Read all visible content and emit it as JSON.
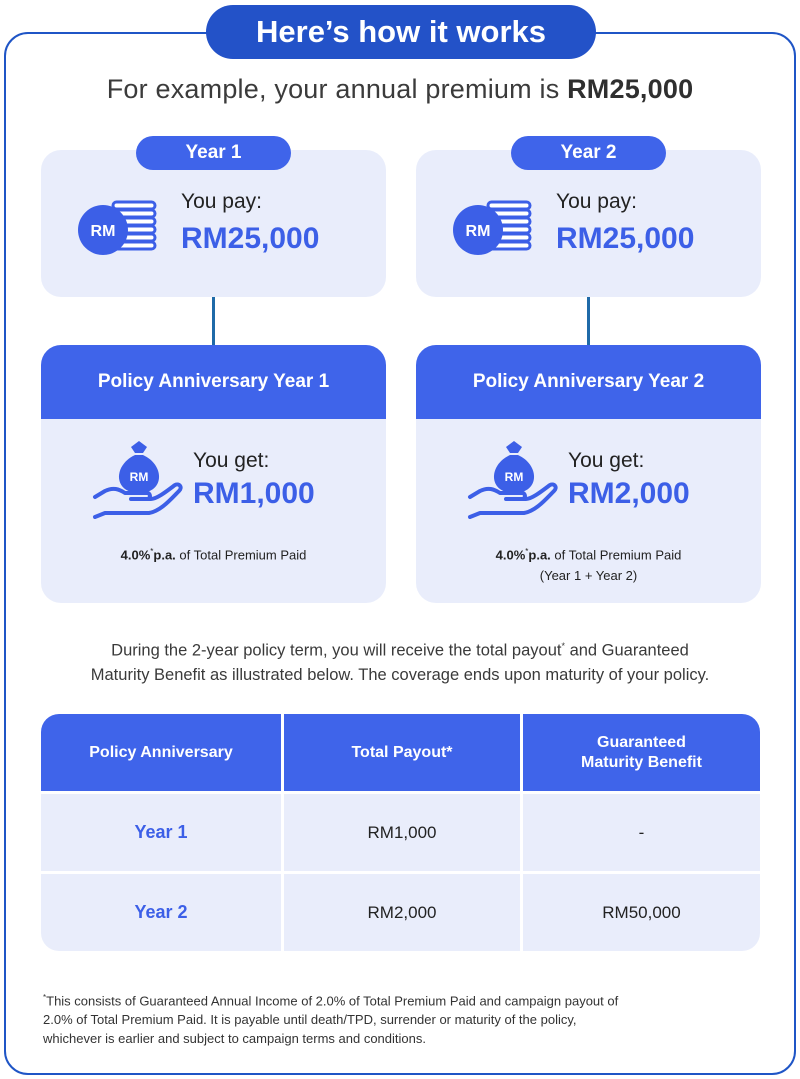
{
  "title": "Here’s how it works",
  "example": {
    "prefix": "For example, your annual premium is",
    "amount": "RM25,000"
  },
  "years": [
    {
      "year_label": "Year 1",
      "pay_label": "You pay:",
      "pay_amount": "RM25,000",
      "icon_text": "RM",
      "anniversary_title": "Policy Anniversary Year 1",
      "get_label": "You get:",
      "get_amount": "RM1,000",
      "rate_bold": "4.0%",
      "rate_sup": "*",
      "rate_unit": "p.a.",
      "rate_rest": "of Total Premium Paid",
      "rate_note": ""
    },
    {
      "year_label": "Year 2",
      "pay_label": "You pay:",
      "pay_amount": "RM25,000",
      "icon_text": "RM",
      "anniversary_title": "Policy Anniversary Year 2",
      "get_label": "You get:",
      "get_amount": "RM2,000",
      "rate_bold": "4.0%",
      "rate_sup": "*",
      "rate_unit": "p.a.",
      "rate_rest": "of Total Premium Paid",
      "rate_note": "(Year 1 + Year 2)"
    }
  ],
  "description": {
    "part1": "During the 2-year policy term, you will receive the total payout",
    "sup": "*",
    "part2": "and Guaranteed",
    "line2": "Maturity Benefit as illustrated below. The coverage ends upon maturity of your policy."
  },
  "table": {
    "headers": [
      "Policy Anniversary",
      "Total Payout*",
      "Guaranteed",
      "Maturity Benefit"
    ],
    "rows": [
      [
        "Year 1",
        "RM1,000",
        "-"
      ],
      [
        "Year 2",
        "RM2,000",
        "RM50,000"
      ]
    ]
  },
  "footnote": {
    "sup": "*",
    "line1": "This consists of Guaranteed Annual Income of 2.0% of Total Premium Paid and campaign payout of",
    "line2": "2.0% of Total Premium Paid. It is payable until death/TPD, surrender or maturity of the policy,",
    "line3": "whichever is earlier and subject to campaign terms and conditions."
  },
  "colors": {
    "brand_blue": "#2352c8",
    "accent_blue": "#3f64ea",
    "card_bg": "#e9edfb",
    "frame_border": "#1f55c6"
  },
  "icons": [
    "rm-coin-stack-icon",
    "money-bag-hand-icon"
  ]
}
